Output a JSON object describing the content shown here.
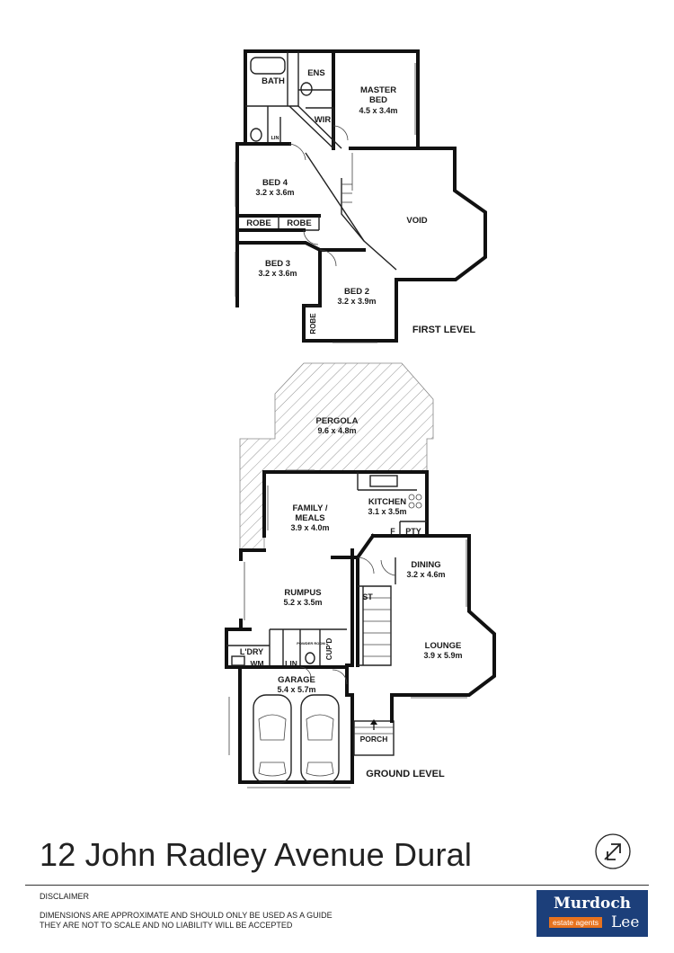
{
  "plan": {
    "first_level": {
      "label": "FIRST LEVEL",
      "rooms": {
        "bath": "BATH",
        "ens": "ENS",
        "lin": "LIN",
        "master_name": "MASTER",
        "master_name2": "BED",
        "master_dims": "4.5 x 3.4m",
        "wir": "WIR",
        "bed4_name": "BED 4",
        "bed4_dims": "3.2 x 3.6m",
        "robe": "ROBE",
        "void": "VOID",
        "bed3_name": "BED 3",
        "bed3_dims": "3.2 x 3.6m",
        "bed2_name": "BED 2",
        "bed2_dims": "3.2 x 3.9m"
      }
    },
    "ground_level": {
      "label": "GROUND LEVEL",
      "rooms": {
        "pergola_name": "PERGOLA",
        "pergola_dims": "9.6 x 4.8m",
        "family_name": "FAMILY /",
        "family_name2": "MEALS",
        "family_dims": "3.9 x 4.0m",
        "kitchen_name": "KITCHEN",
        "kitchen_dims": "3.1 x 3.5m",
        "f": "F",
        "pty": "PTY",
        "dining_name": "DINING",
        "dining_dims": "3.2 x 4.6m",
        "rumpus_name": "RUMPUS",
        "rumpus_dims": "5.2 x 3.5m",
        "st": "ST",
        "lounge_name": "LOUNGE",
        "lounge_dims": "3.9 x 5.9m",
        "ldry": "L'DRY",
        "wm": "WM",
        "lin": "LIN",
        "powder": "POWDER ROOM",
        "cupd": "CUP'D",
        "garage_name": "GARAGE",
        "garage_dims": "5.4 x 5.7m",
        "porch": "PORCH"
      }
    }
  },
  "footer": {
    "address": "12 John Radley Avenue Dural",
    "disclaimer_title": "DISCLAIMER",
    "disclaimer_line1": "DIMENSIONS ARE APPROXIMATE AND SHOULD ONLY BE USED AS A GUIDE",
    "disclaimer_line2": "THEY ARE NOT TO SCALE AND NO LIABILITY WILL BE ACCEPTED"
  },
  "logo": {
    "name": "Murdoch",
    "tagline": "estate agents",
    "name2": "Lee",
    "brand_color": "#1c3f7a",
    "accent_color": "#e8731e"
  },
  "icons": {
    "compass": "north-arrow-icon"
  }
}
